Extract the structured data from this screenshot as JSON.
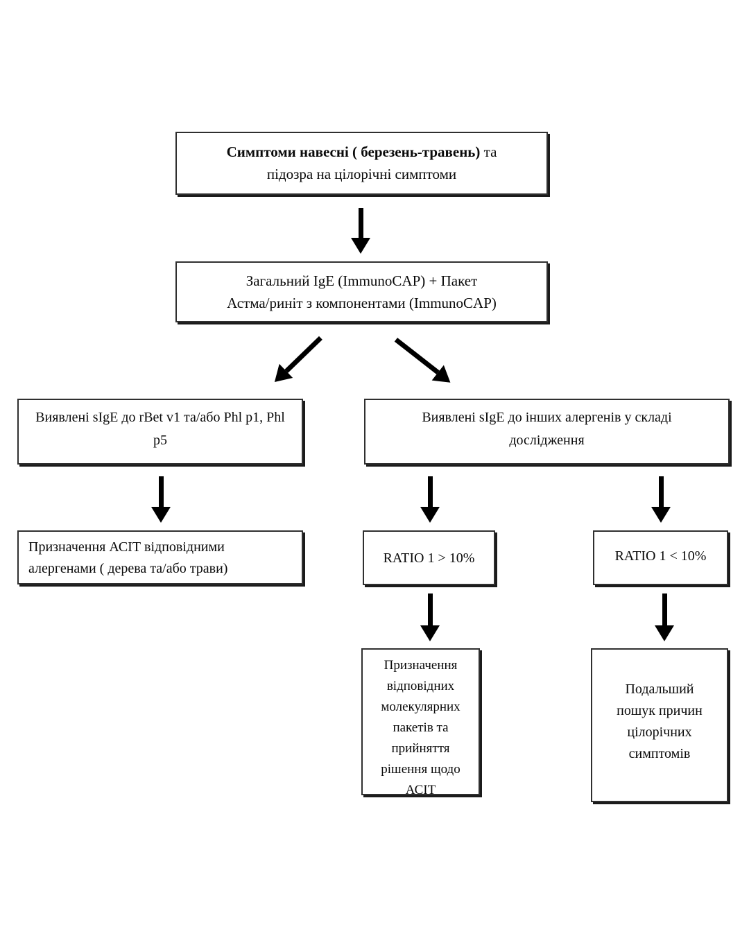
{
  "flowchart": {
    "title": "Algorithm for spring allergy symptoms diagnostics",
    "colors": {
      "background": "#ffffff",
      "box_border": "#2f2f2f",
      "box_shadow": "#1b1b1b",
      "arrow": "#000000",
      "text": "#0a0a0a"
    },
    "nodes": {
      "symptoms": {
        "line1_bold": "Симптоми навесні ( березень-травень)",
        "line1_rest": " та",
        "line2": "підозра на цілорічні симптоми"
      },
      "total_ige": {
        "lines": [
          "Загальний IgE (ImmunoCAP) + Пакет",
          "Астма/риніт з компонентами (ImmunoCAP)"
        ]
      },
      "sige_bet": {
        "lines": [
          "Виявлені sIgE до rBet v1 та/або Phl p1, Phl",
          "p5"
        ]
      },
      "sige_other": {
        "lines": [
          "Виявлені sIgE до інших алергенів у складі",
          "дослідження"
        ]
      },
      "asit": {
        "lines": [
          "Призначення АСІТ відповідними",
          "алергенами ( дерева та/або трави)"
        ]
      },
      "ratio_gt": {
        "text": "RATIO 1 > 10%"
      },
      "ratio_lt": {
        "text": "RATIO 1 < 10%"
      },
      "molecular": {
        "lines": [
          "Призначення",
          "відповідних",
          "молекулярних",
          "пакетів та",
          "прийняття",
          "рішення щодо",
          "АСІТ"
        ]
      },
      "further_search": {
        "lines": [
          "Подальший",
          "пошук причин",
          "цілорічних",
          "симптомів"
        ]
      }
    }
  }
}
